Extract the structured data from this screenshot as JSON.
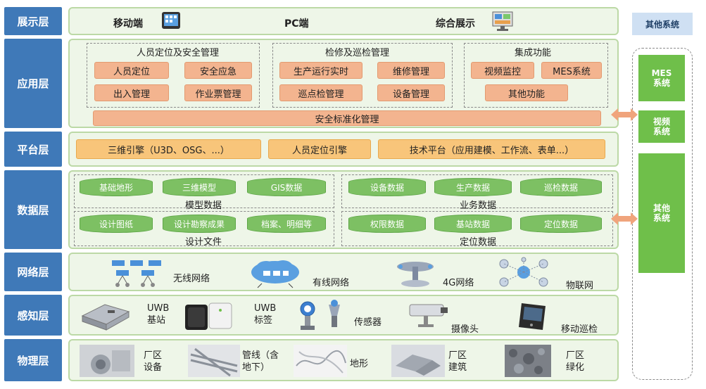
{
  "layers": {
    "display": "展示层",
    "application": "应用层",
    "platform": "平台层",
    "data": "数据层",
    "network": "网络层",
    "perception": "感知层",
    "physical": "物理层"
  },
  "display": {
    "mobile": "移动端",
    "pc": "PC端",
    "integrated": "综合展示"
  },
  "application": {
    "group1_title": "人员定位及安全管理",
    "group1_items": [
      "人员定位",
      "安全应急",
      "出入管理",
      "作业票管理"
    ],
    "group2_title": "检修及巡检管理",
    "group2_items": [
      "生产运行实时",
      "维修管理",
      "巡点检管理",
      "设备管理"
    ],
    "group3_title": "集成功能",
    "group3_items": [
      "视频监控",
      "MES系统",
      "其他功能"
    ],
    "safety_bar": "安全标准化管理"
  },
  "platform": {
    "items": [
      "三维引擎（U3D、OSG、...）",
      "人员定位引擎",
      "技术平台（应用建模、工作流、表单...）"
    ]
  },
  "data": {
    "model": {
      "items": [
        "基础地形",
        "三维模型",
        "GIS数据"
      ],
      "caption": "模型数据"
    },
    "design": {
      "items": [
        "设计图纸",
        "设计勘察成果",
        "档案、明细等"
      ],
      "caption": "设计文件"
    },
    "business": {
      "items": [
        "设备数据",
        "生产数据",
        "巡检数据"
      ],
      "caption": "业务数据"
    },
    "location": {
      "items": [
        "权限数据",
        "基站数据",
        "定位数据"
      ],
      "caption": "定位数据"
    }
  },
  "network": {
    "wireless": "无线网络",
    "wired": "有线网络",
    "g4": "4G网络",
    "iot": "物联网"
  },
  "perception": {
    "uwb_station": "UWB\n基站",
    "uwb_tag": "UWB\n标签",
    "sensor": "传感器",
    "camera": "摄像头",
    "mobile_patrol": "移动巡检"
  },
  "physical": {
    "equipment": "厂区\n设备",
    "pipeline": "管线（含\n地下）",
    "terrain": "地形",
    "building": "厂区\n建筑",
    "greening": "厂区\n绿化"
  },
  "other_systems": {
    "title": "其他系统",
    "mes": "MES\n系统",
    "video": "视频\n系统",
    "other": "其他\n系统"
  },
  "colors": {
    "layer_label": "#3f79b8",
    "panel_bg": "#eef6e8",
    "orange_box": "#f3b48f",
    "yellow_box": "#f8c57a",
    "green": "#6fbf4a",
    "arrow": "#f0a47c"
  }
}
